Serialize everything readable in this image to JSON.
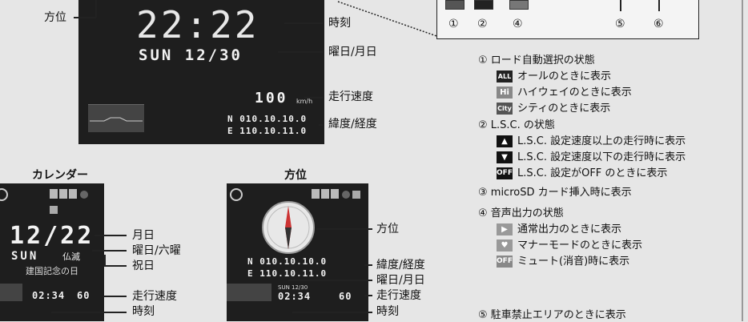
{
  "main_display": {
    "time": "22:22",
    "date_line": "SUN 12/30",
    "speed": "100",
    "speed_unit": "km/h",
    "lat": "N 010.10.10.0",
    "lon": "E 110.10.11.0"
  },
  "main_labels": {
    "direction": "方位",
    "time": "時刻",
    "weekday_date": "曜日/月日",
    "speed": "走行速度",
    "lat_lon": "緯度/経度"
  },
  "top_icon_numbers": [
    "①",
    "②",
    "④",
    "⑤",
    "⑥"
  ],
  "calendar": {
    "title": "カレンダー",
    "date": "12/22",
    "weekday": "SUN",
    "rokuyo": "仏滅",
    "holiday": "建国記念の日",
    "speed": "60",
    "time": "02:34",
    "labels": {
      "month_day": "月日",
      "weekday_rokuyo": "曜日/六曜",
      "holiday": "祝日",
      "speed": "走行速度",
      "time": "時刻"
    }
  },
  "compass": {
    "title": "方位",
    "lat": "N 010.10.10.0",
    "lon": "E 110.10.11.0",
    "date_small": "SUN 12/30",
    "time": "02:34",
    "speed": "60",
    "labels": {
      "direction": "方位",
      "lat_lon": "緯度/経度",
      "weekday_date": "曜日/月日",
      "speed": "走行速度",
      "time": "時刻"
    }
  },
  "legend": {
    "item1": "① ロード自動選択の状態",
    "item1_all": "オールのときに表示",
    "item1_hi": "ハイウェイのときに表示",
    "item1_city": "シティのときに表示",
    "item2": "② L.S.C. の状態",
    "item2_up": "L.S.C. 設定速度以上の走行時に表示",
    "item2_down": "L.S.C. 設定速度以下の走行時に表示",
    "item2_off": "L.S.C. 設定がOFF のときに表示",
    "item3": "③ microSD カード挿入時に表示",
    "item4": "④ 音声出力の状態",
    "item4_normal": "通常出力のときに表示",
    "item4_manner": "マナーモードのときに表示",
    "item4_mute": "ミュート(消音)時に表示",
    "item5": "⑤ 駐車禁止エリアのときに表示",
    "icon_all": "ALL",
    "icon_hi": "Hi",
    "icon_city": "City",
    "icon_off": "OFF",
    "icon_mute": "OFF"
  },
  "colors": {
    "screen": "#1e1e1e",
    "icon_bg": "#9a9a9a"
  }
}
